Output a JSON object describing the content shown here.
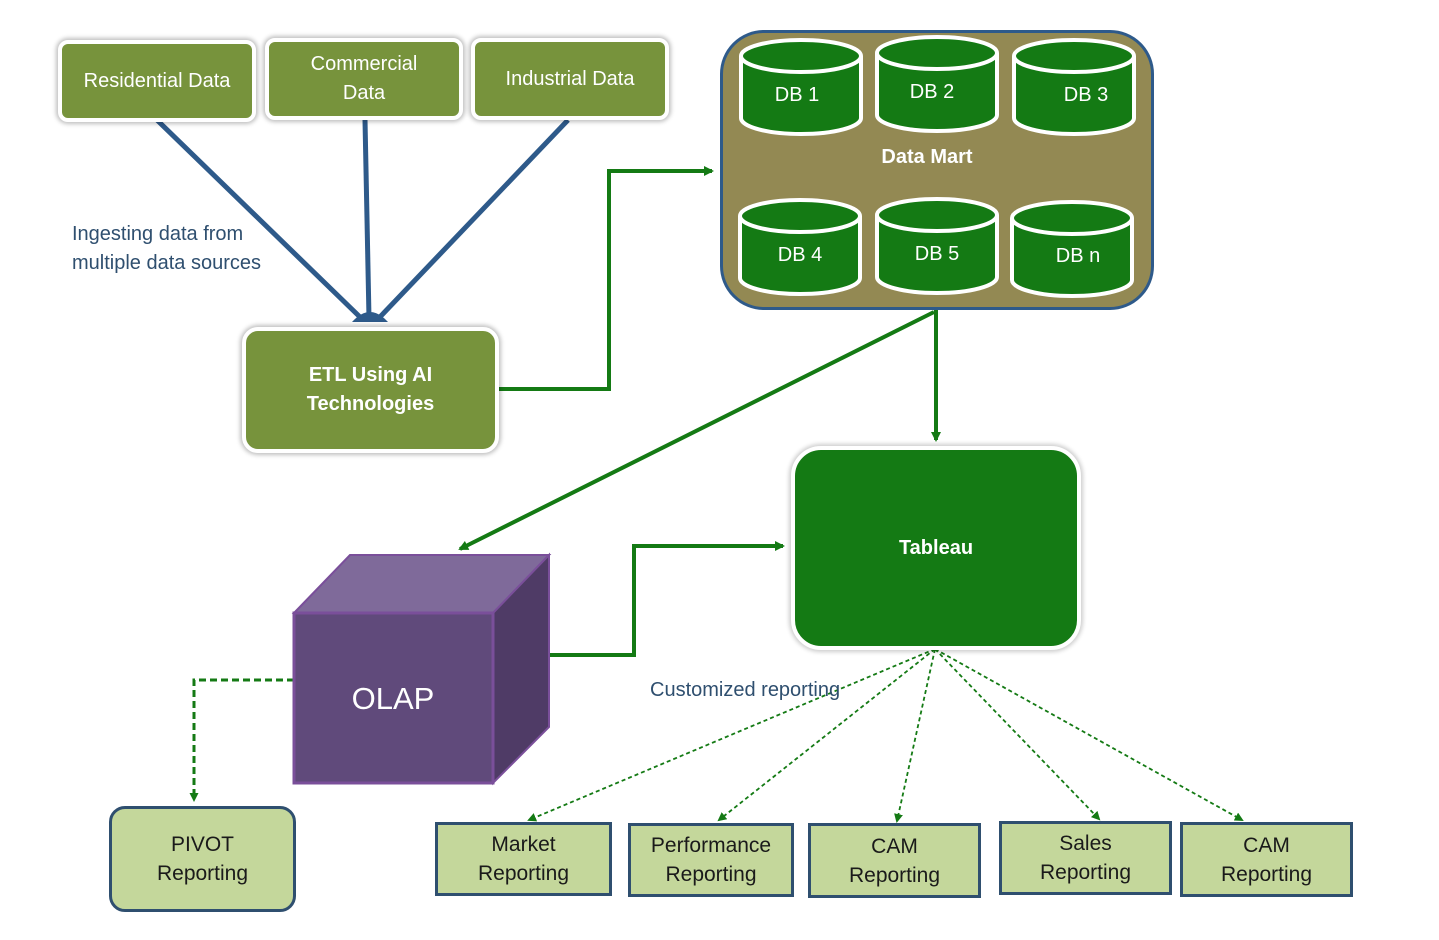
{
  "sources": [
    {
      "id": "residential",
      "label": "Residential Data"
    },
    {
      "id": "commercial",
      "label": "Commercial\nData"
    },
    {
      "id": "industrial",
      "label": "Industrial Data"
    }
  ],
  "ingest_note": "Ingesting data from\nmultiple data sources",
  "etl": {
    "label": "ETL  Using AI\nTechnologies"
  },
  "data_mart": {
    "label": "Data Mart",
    "databases": [
      "DB 1",
      "DB 2",
      "DB 3",
      "DB 4",
      "DB 5",
      "DB n"
    ]
  },
  "tableau": {
    "label": "Tableau"
  },
  "olap": {
    "label": "OLAP"
  },
  "custom_note": "Customized reporting",
  "pivot": {
    "label": "PIVOT\nReporting"
  },
  "reports": [
    {
      "label": "Market\nReporting"
    },
    {
      "label": "Performance\nReporting"
    },
    {
      "label": "CAM\nReporting"
    },
    {
      "label": "Sales\nReporting"
    },
    {
      "label": "CAM\nReporting"
    }
  ],
  "colors": {
    "source_fill": "#77933c",
    "datamart_fill": "#938953",
    "db_fill": "#147a14",
    "tableau_fill": "#147a14",
    "olap_front": "#604a7b",
    "report_fill": "#c4d79b",
    "blue_arrow": "#2e5a8a",
    "green_arrow": "#147a14"
  }
}
